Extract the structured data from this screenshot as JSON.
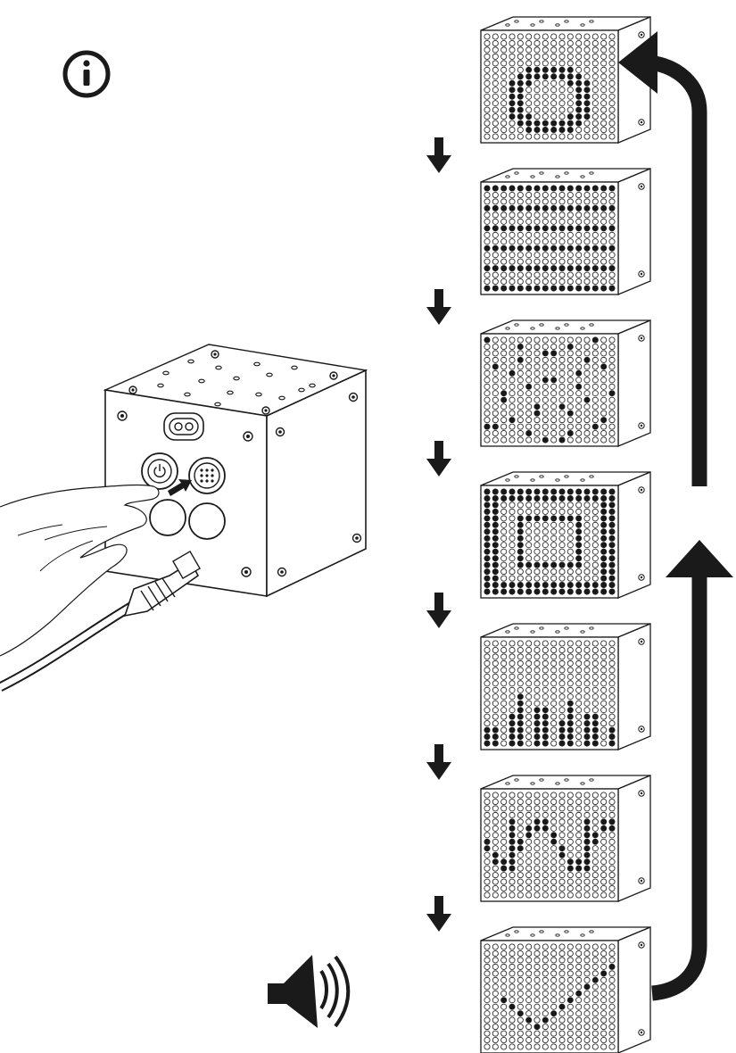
{
  "info_icon": {
    "icon": "info-icon",
    "glyph": "i"
  },
  "main_device": {
    "icon": "speaker-cube-icon",
    "pressed_button": "pattern-button",
    "hand": "hand-pressing-icon",
    "cable": "power-cable-icon"
  },
  "sequence": {
    "step_arrow_icon": "arrow-down-icon",
    "loop_arrow_icon": "loop-arrow-icon",
    "patterns": [
      {
        "id": "ring"
      },
      {
        "id": "stripes"
      },
      {
        "id": "scatter"
      },
      {
        "id": "rings-dense"
      },
      {
        "id": "equalizer"
      },
      {
        "id": "wave"
      },
      {
        "id": "checkmark"
      }
    ]
  },
  "sound_icon": {
    "icon": "speaker-sound-icon"
  }
}
